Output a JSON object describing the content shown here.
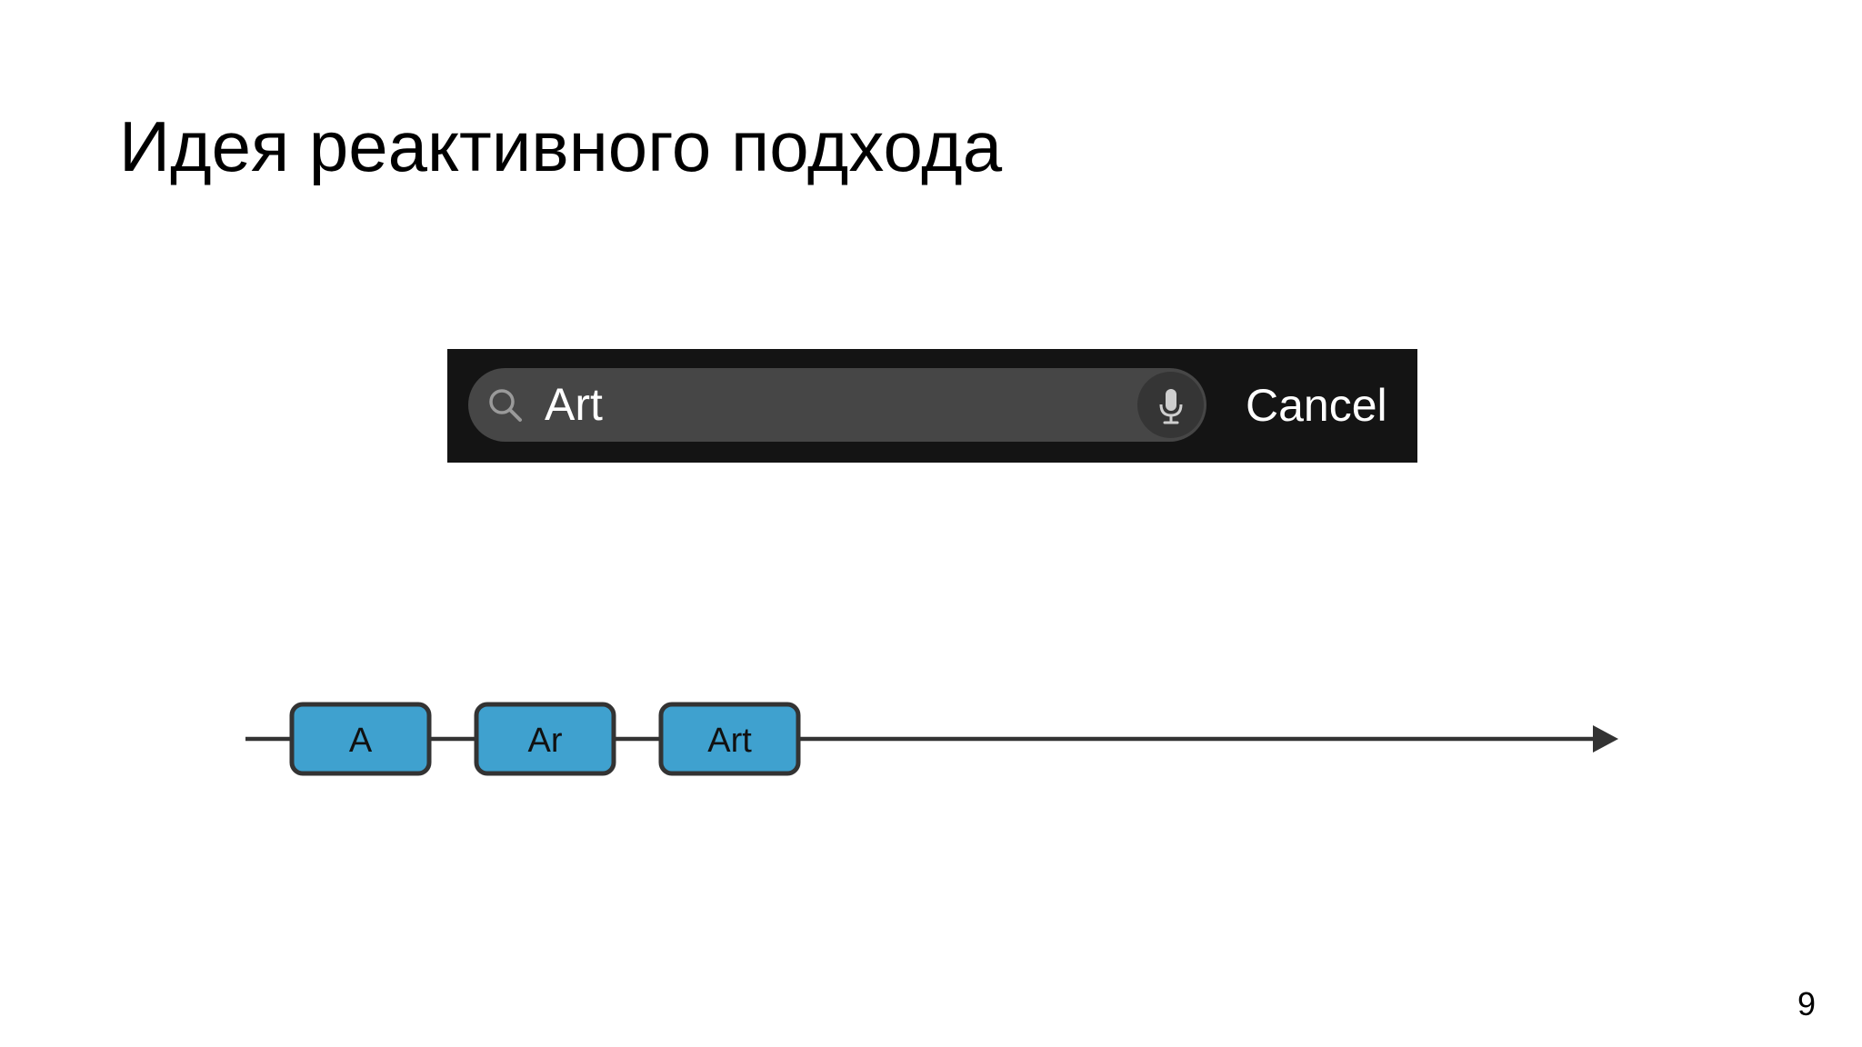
{
  "slide": {
    "title": "Идея реактивного подхода",
    "page_number": "9"
  },
  "search_bar": {
    "query": "Art",
    "cancel_label": "Cancel",
    "icons": {
      "search": "search-icon",
      "microphone": "microphone-icon"
    },
    "colors": {
      "bar_background": "#141414",
      "field_background": "#464646",
      "text": "#ffffff"
    }
  },
  "timeline": {
    "events": [
      {
        "label": "A"
      },
      {
        "label": "Ar"
      },
      {
        "label": "Art"
      }
    ],
    "colors": {
      "event_fill": "#3fa1cf",
      "event_stroke": "#333333",
      "line": "#333333"
    }
  }
}
